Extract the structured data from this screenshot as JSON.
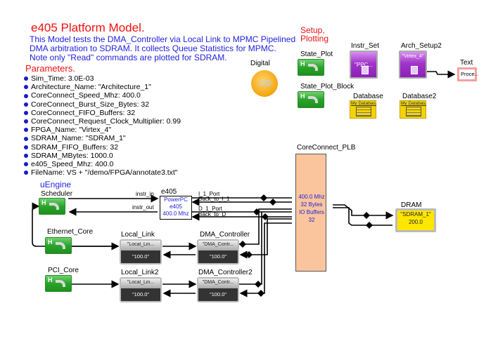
{
  "header": {
    "title": "e405 Platform Model.",
    "description": [
      "This Model tests the DMA_Controller via Local Link to MPMC Pipelined",
      "DMA arbitration to SDRAM.  It collects Queue Statistics for MPMC.",
      "Note only \"Read\" commands are plotted for SDRAM."
    ]
  },
  "parameters": {
    "title": "Parameters.",
    "items": [
      "Sim_Time: 3.0E-03",
      "Architecture_Name: \"Architecture_1\"",
      "CoreConnect_Speed_Mhz: 400.0",
      "CoreConnect_Burst_Size_Bytes: 32",
      "CoreConnect_FIFO_Buffers: 32",
      "CoreConnect_Request_Clock_Multiplier: 0.99",
      "FPGA_Name: \"Virtex_4\"",
      "SDRAM_Name: \"SDRAM_1\"",
      "SDRAM_FIFO_Buffers: 32",
      "SDRAM_MBytes: 1000.0",
      "e405_Speed_Mhz: 400.0",
      "FileName: VS + \"/demo/FPGA/annotate3.txt\""
    ]
  },
  "setup": {
    "label": [
      "Setup,",
      "Plotting"
    ],
    "digital": "Digital",
    "state_plot": "State_Plot",
    "state_plot_block": "State_Plot_Block",
    "instr_set": {
      "name": "Instr_Set",
      "value": "\"PPC..."
    },
    "arch_setup2": {
      "name": "Arch_Setup2",
      "value": "\"Virtex_4\""
    },
    "text": {
      "name": "Text",
      "value": "Proce..."
    },
    "database": {
      "name": "Database",
      "value": "My Databas..."
    },
    "database2": {
      "name": "Database2",
      "value": "My Databas..."
    }
  },
  "uengine": {
    "label": "uEngine",
    "scheduler": "Scheduler",
    "ethernet_core": "Ethernet_Core",
    "pci_core": "PCI_Core",
    "e405": {
      "name": "e405",
      "lines": [
        "PowerPC",
        "e405",
        "400.0 Mhz"
      ]
    },
    "ports": {
      "instr_in": "instr_in",
      "instr_out": "instr_out",
      "i1": "I_1_Port",
      "back_i1": "Back_to_I_1",
      "d1": "D_1_Port",
      "back_d": "Back_to_D"
    },
    "local_link": {
      "name": "Local_Link",
      "v1": "\"Local_Lin...",
      "v2": "\"100.0\""
    },
    "local_link2": {
      "name": "Local_Link2",
      "v1": "\"Local_Lin...",
      "v2": "\"100.0\""
    },
    "dma_controller": {
      "name": "DMA_Controller",
      "v1": "\"DMA_Contr...",
      "v2": "\"100.0\""
    },
    "dma_controller2": {
      "name": "DMA_Controller2",
      "v1": "\"DMA_Contr...",
      "v2": "\"100.0\""
    },
    "plb": {
      "name": "CoreConnect_PLB",
      "lines": [
        "400.0 Mhz",
        "32  Bytes",
        "IO Buffers",
        "32"
      ]
    },
    "dram": {
      "name": "DRAM",
      "lines": [
        "\"SDRAM_1\"",
        "200.0"
      ]
    }
  }
}
